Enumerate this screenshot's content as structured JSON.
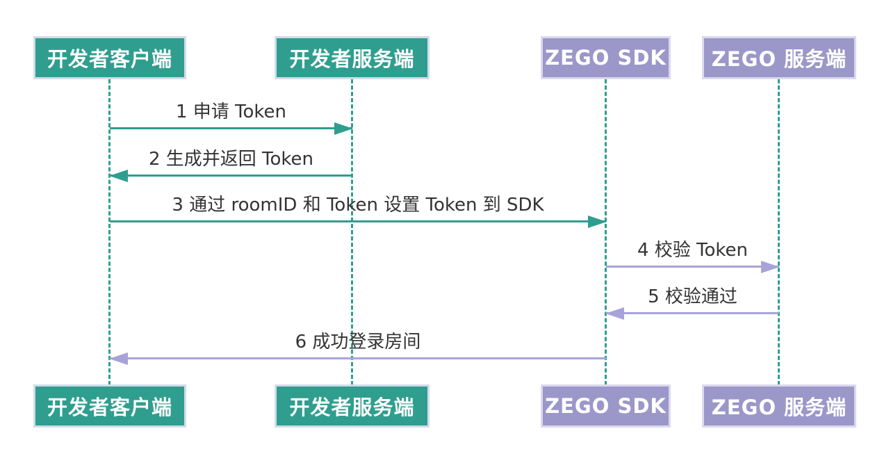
{
  "diagram": {
    "type": "sequence-diagram",
    "title": "",
    "colors": {
      "teal": "#2f9e8f",
      "purple": "#9b97c9",
      "purple_arrow": "#a7a3d8",
      "message_text": "#333333",
      "actor_text": "#ffffff",
      "background": "#ffffff"
    },
    "actors": [
      {
        "label": "开发者客户端",
        "role": "developer-client",
        "color": "#2f9e8f"
      },
      {
        "label": "开发者服务端",
        "role": "developer-server",
        "color": "#2f9e8f"
      },
      {
        "label": "ZEGO SDK",
        "role": "zego-sdk",
        "color": "#9b97c9"
      },
      {
        "label": "ZEGO 服务端",
        "role": "zego-server",
        "color": "#9b97c9"
      }
    ],
    "messages": [
      {
        "seq": 1,
        "label": "1 申请 Token",
        "from": "开发者客户端",
        "to": "开发者服务端",
        "direction": "right",
        "color": "#2f9e8f"
      },
      {
        "seq": 2,
        "label": "2 生成并返回 Token",
        "from": "开发者服务端",
        "to": "开发者客户端",
        "direction": "left",
        "color": "#2f9e8f"
      },
      {
        "seq": 3,
        "label": "3 通过 roomID 和 Token 设置 Token 到 SDK",
        "from": "开发者客户端",
        "to": "ZEGO SDK",
        "direction": "right",
        "color": "#2f9e8f"
      },
      {
        "seq": 4,
        "label": "4 校验 Token",
        "from": "ZEGO SDK",
        "to": "ZEGO 服务端",
        "direction": "right",
        "color": "#a7a3d8"
      },
      {
        "seq": 5,
        "label": "5 校验通过",
        "from": "ZEGO 服务端",
        "to": "ZEGO SDK",
        "direction": "left",
        "color": "#a7a3d8"
      },
      {
        "seq": 6,
        "label": "6 成功登录房间",
        "from": "ZEGO SDK",
        "to": "开发者客户端",
        "direction": "left",
        "color": "#a7a3d8"
      }
    ]
  }
}
